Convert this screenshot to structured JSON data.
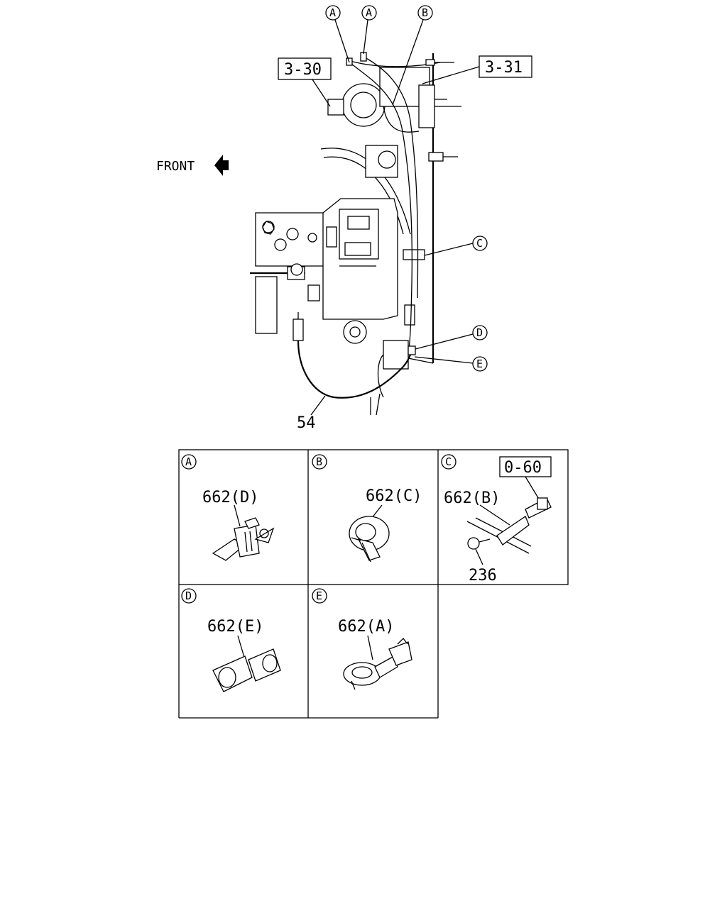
{
  "diagram": {
    "front_label": "FRONT",
    "ref_boxes": [
      "3-30",
      "3-31",
      "0-60"
    ],
    "callouts": {
      "a1": "A",
      "a2": "A",
      "b": "B",
      "c": "C",
      "d": "D",
      "e": "E"
    },
    "main_part_number": "54",
    "panels": [
      {
        "letter": "A",
        "part": "662(D)"
      },
      {
        "letter": "B",
        "part": "662(C)"
      },
      {
        "letter": "C",
        "part": "662(B)",
        "ref": "0-60",
        "bolt": "236"
      },
      {
        "letter": "D",
        "part": "662(E)"
      },
      {
        "letter": "E",
        "part": "662(A)"
      }
    ]
  }
}
